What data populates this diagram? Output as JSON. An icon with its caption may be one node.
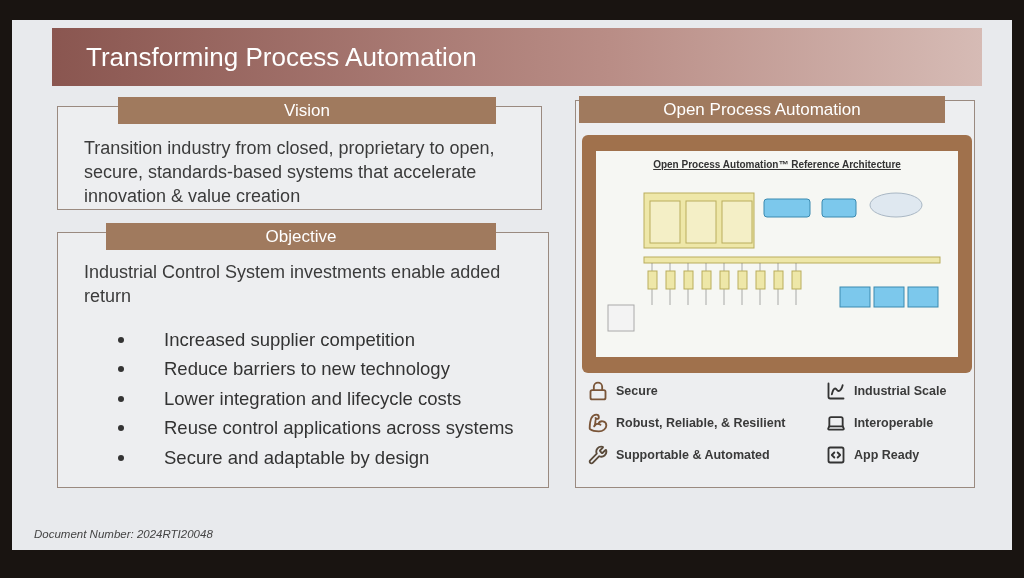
{
  "diagram": {
    "title": "Transforming Process Automation",
    "nodes": [
      {
        "text": [
          "Vision",
          "Transition industry from closed, proprietary to open, secure, standards-based systems that accelerate innovation & value creation"
        ]
      },
      {
        "text": [
          "Objective",
          "Industrial Control System investments enable added return",
          "Increased supplier competition",
          "Reduce barriers to new technology",
          "Lower integration and lifecycle costs",
          "Reuse control applications across systems",
          "Secure and adaptable by design"
        ]
      },
      {
        "text": [
          "Open Process Automation"
        ]
      },
      {
        "text": [
          "Open Process Automation™ Reference Architecture"
        ],
        "in": 2
      }
    ],
    "labels": [
      "Secure",
      "Industrial Scale",
      "Robust, Reliable, & Resilient",
      "Interoperable",
      "Supportable & Automated",
      "App Ready",
      "Document Number: 2024RTI20048"
    ]
  }
}
